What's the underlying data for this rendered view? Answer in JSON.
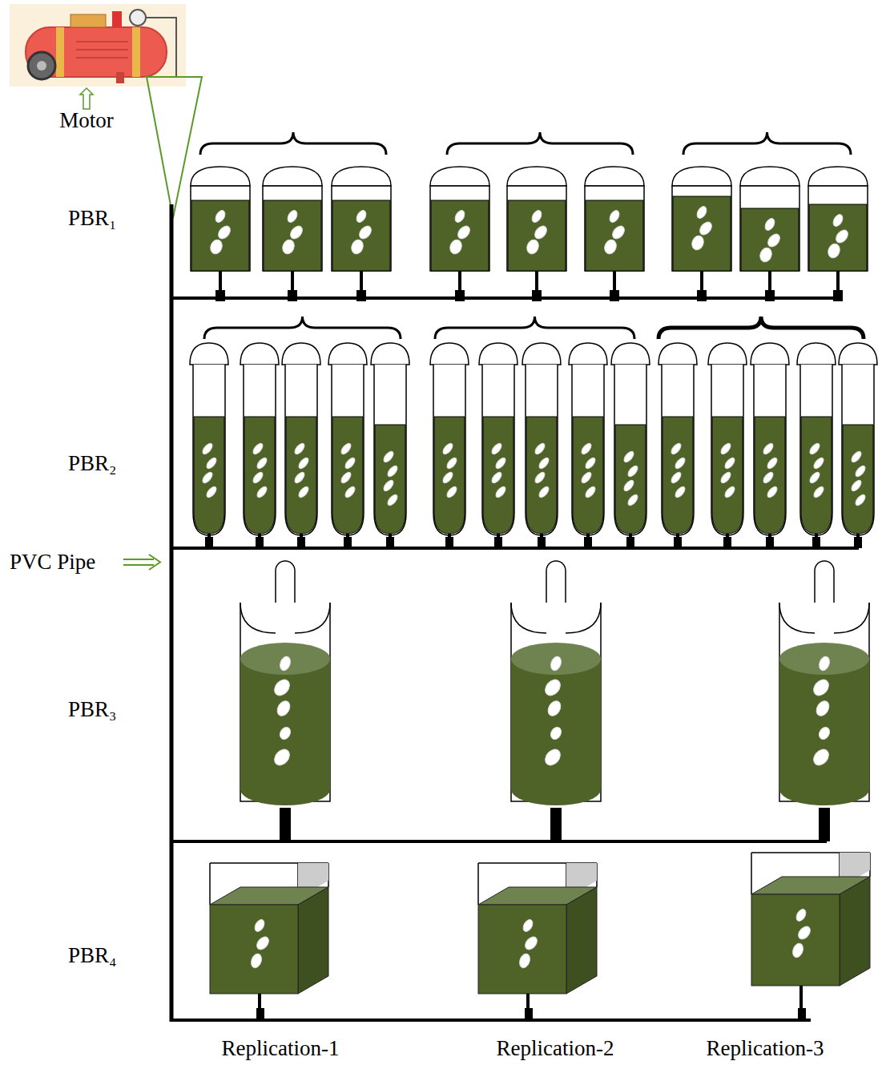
{
  "diagram": {
    "labels": [
      "Motor",
      "PBR₁",
      "PBR₂",
      "PBR₃",
      "PBR₄",
      "PVC Pipe",
      "Replication-1",
      "Replication-2",
      "Replication-3"
    ]
  }
}
